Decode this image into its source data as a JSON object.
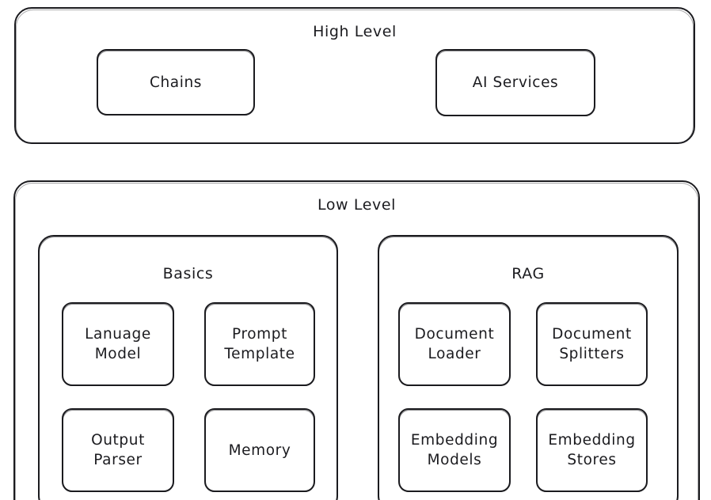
{
  "diagram": {
    "style": "hand-drawn",
    "background_color": "#ffffff",
    "stroke_color": "#1b1b1f",
    "text_color": "#1b1b1f",
    "containers": [
      {
        "id": "high-level",
        "title": "High Level",
        "nodes": [
          {
            "id": "chains",
            "label": "Chains"
          },
          {
            "id": "ai-services",
            "label": "AI Services"
          }
        ]
      },
      {
        "id": "low-level",
        "title": "Low Level",
        "groups": [
          {
            "id": "basics",
            "title": "Basics",
            "nodes": [
              {
                "id": "lanuage-model",
                "label": "Lanuage\nModel"
              },
              {
                "id": "prompt-template",
                "label": "Prompt\nTemplate"
              },
              {
                "id": "output-parser",
                "label": "Output\nParser"
              },
              {
                "id": "memory",
                "label": "Memory"
              }
            ]
          },
          {
            "id": "rag",
            "title": "RAG",
            "nodes": [
              {
                "id": "document-loader",
                "label": "Document\nLoader"
              },
              {
                "id": "document-splitters",
                "label": "Document\nSplitters"
              },
              {
                "id": "embedding-models",
                "label": "Embedding\nModels"
              },
              {
                "id": "embedding-stores",
                "label": "Embedding\nStores"
              }
            ]
          }
        ]
      }
    ]
  }
}
